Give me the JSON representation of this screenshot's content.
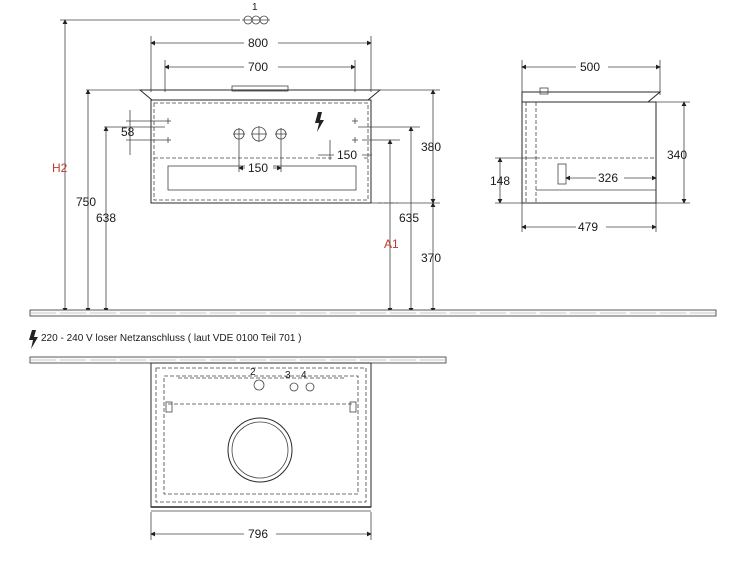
{
  "front": {
    "pos1": "1",
    "width_total": "800",
    "width_basin": "700",
    "hole_offset": "58",
    "tap_spacing": "150",
    "side_offset": "150",
    "height_cabinet": "380",
    "height_floor_to_bottom": "370",
    "height_635": "635",
    "height_750": "750",
    "height_638": "638",
    "label_h2": "H2",
    "label_a1": "A1"
  },
  "side": {
    "depth_top": "500",
    "height_340": "340",
    "height_148": "148",
    "inner_326": "326",
    "depth_bottom": "479"
  },
  "note": {
    "text": "220 - 240 V loser Netzanschluss ( laut VDE 0100 Teil 701 )"
  },
  "plan": {
    "pos2": "2",
    "pos3": "3",
    "pos4": "4",
    "width_796": "796"
  },
  "colors": {
    "line": "#2a2a2a",
    "label_red": "#c0392b"
  },
  "icons": {
    "electric": "lightning-icon"
  }
}
